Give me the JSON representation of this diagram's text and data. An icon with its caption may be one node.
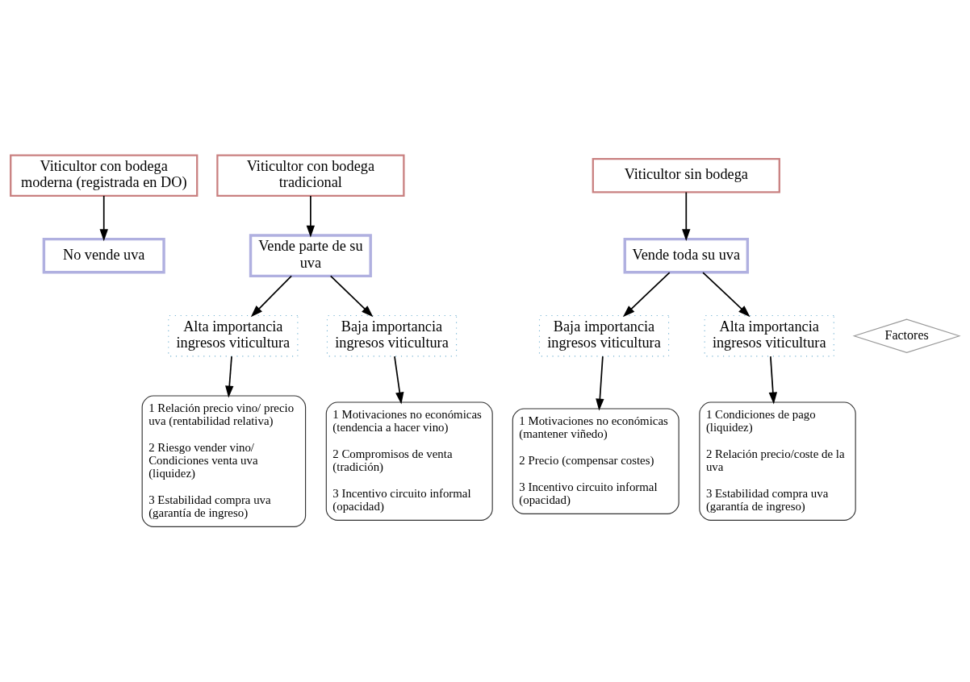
{
  "diagram": {
    "nodes": [
      {
        "text": [
          "Viticultor con bodega moderna (registrada en DO)"
        ]
      },
      {
        "text": [
          "Viticultor con bodega tradicional"
        ]
      },
      {
        "text": [
          "Viticultor sin bodega"
        ]
      },
      {
        "text": [
          "No vende uva"
        ]
      },
      {
        "text": [
          "Vende parte de su uva"
        ]
      },
      {
        "text": [
          "Vende toda su uva"
        ]
      },
      {
        "text": [
          "Alta importancia ingresos viticultura"
        ]
      },
      {
        "text": [
          "Baja importancia ingresos viticultura"
        ]
      },
      {
        "text": [
          "Baja importancia ingresos viticultura"
        ]
      },
      {
        "text": [
          "Alta importancia ingresos viticultura"
        ]
      },
      {
        "text": [
          "Factores"
        ]
      },
      {
        "text": [
          "1 Relación precio vino/ precio uva (rentabilidad relativa)",
          "2 Riesgo vender vino/ Condiciones venta uva (liquidez)",
          "3 Estabilidad compra uva (garantía de ingreso)"
        ]
      },
      {
        "text": [
          "1 Motivaciones no económicas (tendencia a hacer vino)",
          "2 Compromisos de venta (tradición)",
          "3 Incentivo circuito informal (opacidad)"
        ]
      },
      {
        "text": [
          "1 Motivaciones no económicas (mantener viñedo)",
          "2 Precio (compensar costes)",
          "3 Incentivo circuito informal (opacidad)"
        ]
      },
      {
        "text": [
          "1 Condiciones de pago (liquidez)",
          "2 Relación precio/coste de la uva",
          "3 Estabilidad compra uva (garantía de ingreso)"
        ]
      }
    ],
    "edges": [
      {
        "from": 0,
        "to": 3,
        "arrow": "to"
      },
      {
        "from": 1,
        "to": 4,
        "arrow": "to"
      },
      {
        "from": 2,
        "to": 5,
        "arrow": "to"
      },
      {
        "from": 4,
        "to": 6,
        "arrow": "to"
      },
      {
        "from": 4,
        "to": 7,
        "arrow": "to"
      },
      {
        "from": 5,
        "to": 8,
        "arrow": "to"
      },
      {
        "from": 5,
        "to": 9,
        "arrow": "to"
      },
      {
        "from": 6,
        "to": 11,
        "arrow": "to"
      },
      {
        "from": 7,
        "to": 12,
        "arrow": "to"
      },
      {
        "from": 8,
        "to": 13,
        "arrow": "to"
      },
      {
        "from": 9,
        "to": 14,
        "arrow": "to"
      }
    ]
  }
}
